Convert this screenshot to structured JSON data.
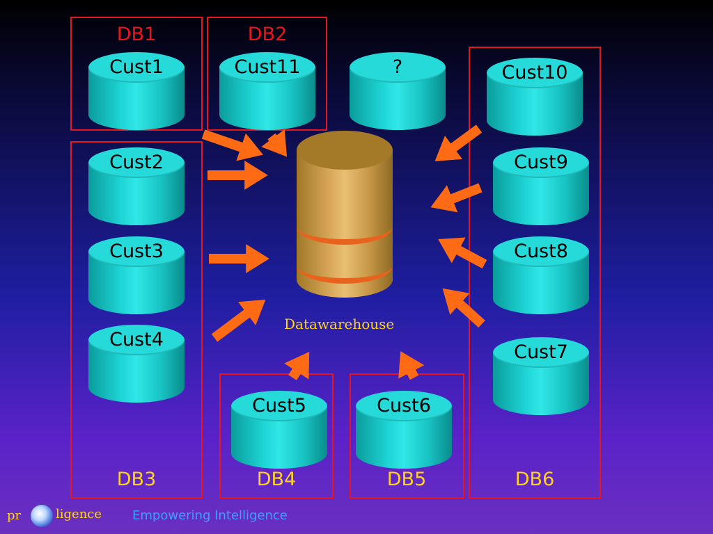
{
  "boxes": {
    "db1": "DB1",
    "db2": "DB2",
    "db3": "DB3",
    "db4": "DB4",
    "db5": "DB5",
    "db6": "DB6"
  },
  "sources": {
    "cust1": "Cust1",
    "cust11": "Cust11",
    "unknown": "?",
    "cust10": "Cust10",
    "cust2": "Cust2",
    "cust9": "Cust9",
    "cust3": "Cust3",
    "cust8": "Cust8",
    "cust4": "Cust4",
    "cust7": "Cust7",
    "cust5": "Cust5",
    "cust6": "Cust6"
  },
  "target": {
    "label": "Datawarehouse"
  },
  "footer": {
    "brand_left": "pr",
    "brand_right": "ligence",
    "tagline": "Empowering Intelligence"
  },
  "colors": {
    "box_border": "#e8141e",
    "top_label": "#e8141e",
    "bottom_label": "#ffd21e",
    "source_db": "#20d0d0",
    "warehouse": "#d4a050",
    "arrow": "#ff6a14"
  }
}
